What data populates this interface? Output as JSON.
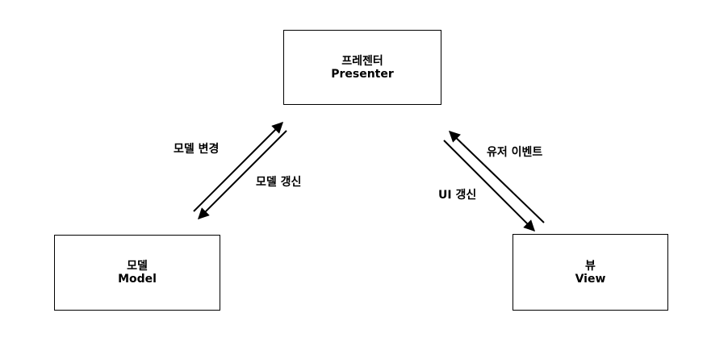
{
  "nodes": {
    "presenter": {
      "korean": "프레젠터",
      "english": "Presenter"
    },
    "model": {
      "korean": "모델",
      "english": "Model"
    },
    "view": {
      "korean": "뷰",
      "english": "View"
    }
  },
  "edges": {
    "model_to_presenter": "모델 변경",
    "presenter_to_model": "모델 갱신",
    "view_to_presenter": "유저 이벤트",
    "presenter_to_view": "UI 갱신"
  },
  "colors": {
    "stroke": "#000000",
    "background": "#ffffff"
  }
}
